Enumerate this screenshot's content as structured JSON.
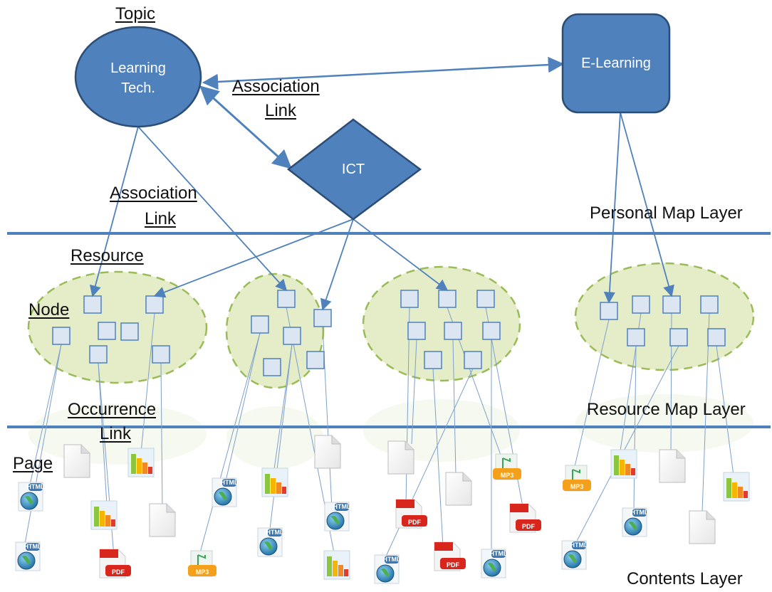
{
  "labels": {
    "topic": "Topic",
    "association_link_1a": "Association",
    "association_link_1b": "Link",
    "association_link_2a": "Association",
    "association_link_2b": "Link",
    "resource": "Resource",
    "node": "Node",
    "occurrence": "Occurrence",
    "occurrence_link": "Link",
    "page": "Page"
  },
  "topics": {
    "learning_tech_line1": "Learning",
    "learning_tech_line2": "Tech.",
    "e_learning": "E-Learning",
    "ict": "ICT"
  },
  "layers": {
    "personal_map": "Personal Map Layer",
    "resource_map": "Resource Map Layer",
    "contents": "Contents Layer"
  },
  "icon_badges": {
    "html": "HTML",
    "pdf": "PDF",
    "mp3": "MP3"
  },
  "colors": {
    "topic_fill": "#4F81BD",
    "topic_stroke": "#2C4D75",
    "layer_line": "#4F81BD",
    "cluster_fill": "#E4EDC8",
    "cluster_stroke": "#9BBB59",
    "resource_node_fill": "#DCE6F2",
    "resource_node_stroke": "#4F81BD",
    "link_line": "#4F81BD",
    "pdf_red": "#D9261C",
    "mp3_orange": "#F5A01A"
  }
}
